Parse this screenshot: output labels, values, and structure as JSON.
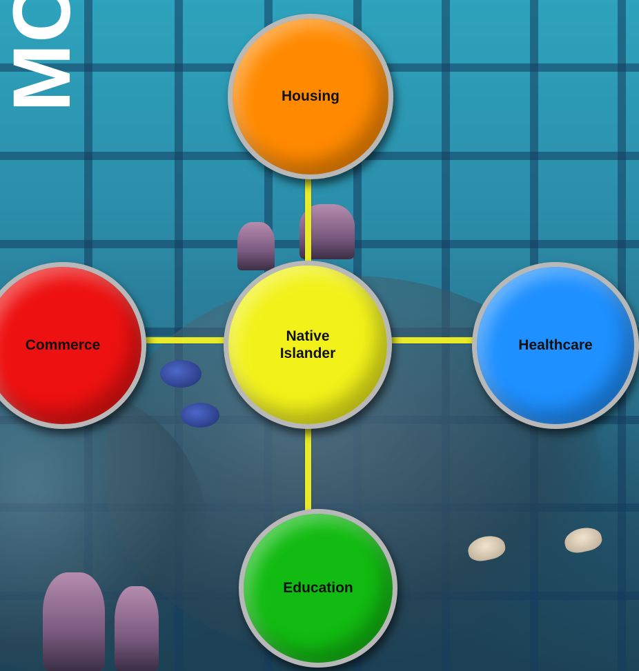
{
  "slide": {
    "title_fragment": "MC"
  },
  "diagram": {
    "center": {
      "label": "Native\nIslander",
      "color": "#f2f21a"
    },
    "nodes": [
      {
        "id": "top",
        "label": "Housing",
        "color": "#ff8a00"
      },
      {
        "id": "left",
        "label": "Commerce",
        "color": "#ee1111"
      },
      {
        "id": "right",
        "label": "Healthcare",
        "color": "#1e90ff"
      },
      {
        "id": "bottom",
        "label": "Education",
        "color": "#11bb11"
      }
    ],
    "connector_color": "#e8ea2a"
  }
}
